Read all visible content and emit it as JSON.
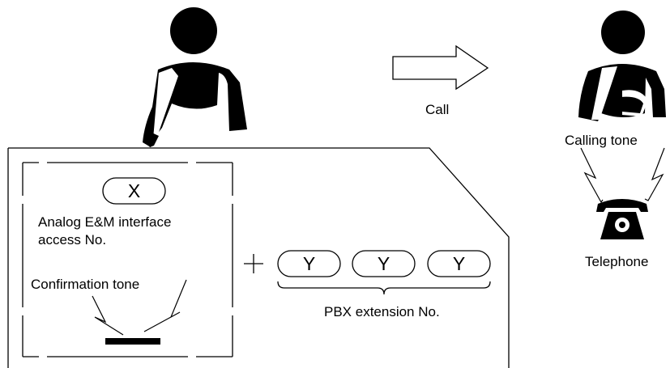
{
  "labels": {
    "call": "Call",
    "interface_access": [
      "Analog E&M interface",
      "access No."
    ],
    "confirmation_tone": "Confirmation tone",
    "pbx_extension": "PBX extension No.",
    "calling_tone": "Calling tone",
    "telephone": "Telephone"
  },
  "keys": {
    "access_digit": "X",
    "extension_digits": [
      "Y",
      "Y",
      "Y"
    ],
    "plus": "+"
  },
  "icons": [
    "caller-person-icon",
    "callee-person-icon",
    "arrow-right-icon",
    "telephone-icon",
    "handset-icon"
  ],
  "colors": {
    "ink": "#000000",
    "background": "#ffffff"
  }
}
